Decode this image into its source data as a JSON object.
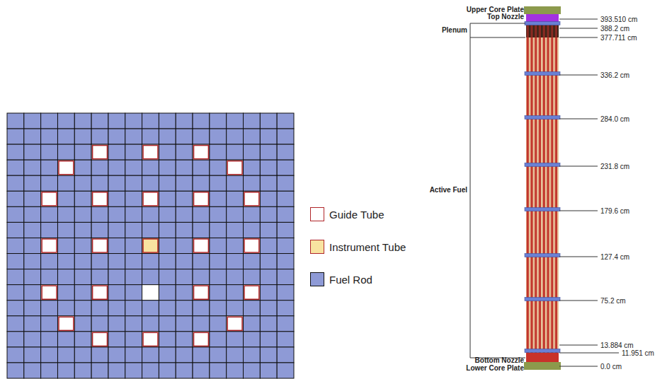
{
  "diagram": {
    "labels": [
      "Upper Core Plate",
      "Top Nozzle",
      "Plenum",
      "Active Fuel",
      "Bottom Nozzle",
      "Lower Core Plate",
      "393.510 cm",
      "388.2 cm",
      "377.711 cm",
      "336.2 cm",
      "284.0 cm",
      "231.8 cm",
      "179.6 cm",
      "127.4 cm",
      "75.2 cm",
      "13.884 cm",
      "11.951 cm",
      "0.0 cm"
    ],
    "legend": [
      {
        "text": "Guide Tube",
        "color": "#ffffff"
      },
      {
        "text": "Instrument Tube",
        "color": "#f8e3a0"
      },
      {
        "text": "Fuel Rod",
        "color": "#8e9ad6"
      }
    ]
  }
}
